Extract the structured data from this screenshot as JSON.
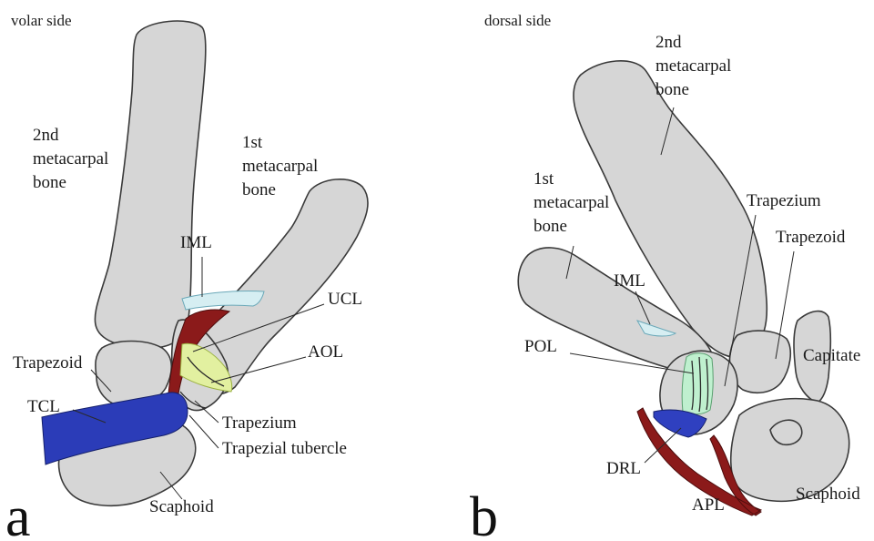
{
  "colors": {
    "bone": "#d6d6d6",
    "tcl": "#2b3cb8",
    "ucl_apl": "#8b1a1a",
    "aol": "#e2f0a0",
    "iml": "#d6eef2",
    "pol": "#bff0cf",
    "drl": "#2f40c0"
  },
  "panel_a": {
    "side_label": "volar side",
    "panel_letter": "a",
    "labels": {
      "second_metacarpal": [
        "2nd",
        "metacarpal",
        "bone"
      ],
      "first_metacarpal": [
        "1st",
        "metacarpal",
        "bone"
      ],
      "iml": "IML",
      "ucl": "UCL",
      "aol": "AOL",
      "trapezoid": "Trapezoid",
      "tcl": "TCL",
      "trapezium": "Trapezium",
      "trapezial_tubercle": "Trapezial tubercle",
      "scaphoid": "Scaphoid"
    }
  },
  "panel_b": {
    "side_label": "dorsal side",
    "panel_letter": "b",
    "labels": {
      "second_metacarpal": [
        "2nd",
        "metacarpal",
        "bone"
      ],
      "first_metacarpal": [
        "1st",
        "metacarpal",
        "bone"
      ],
      "trapezium": "Trapezium",
      "trapezoid": "Trapezoid",
      "iml": "IML",
      "pol": "POL",
      "capitate": "Capitate",
      "drl": "DRL",
      "apl": "APL",
      "scaphoid": "Scaphoid"
    }
  }
}
